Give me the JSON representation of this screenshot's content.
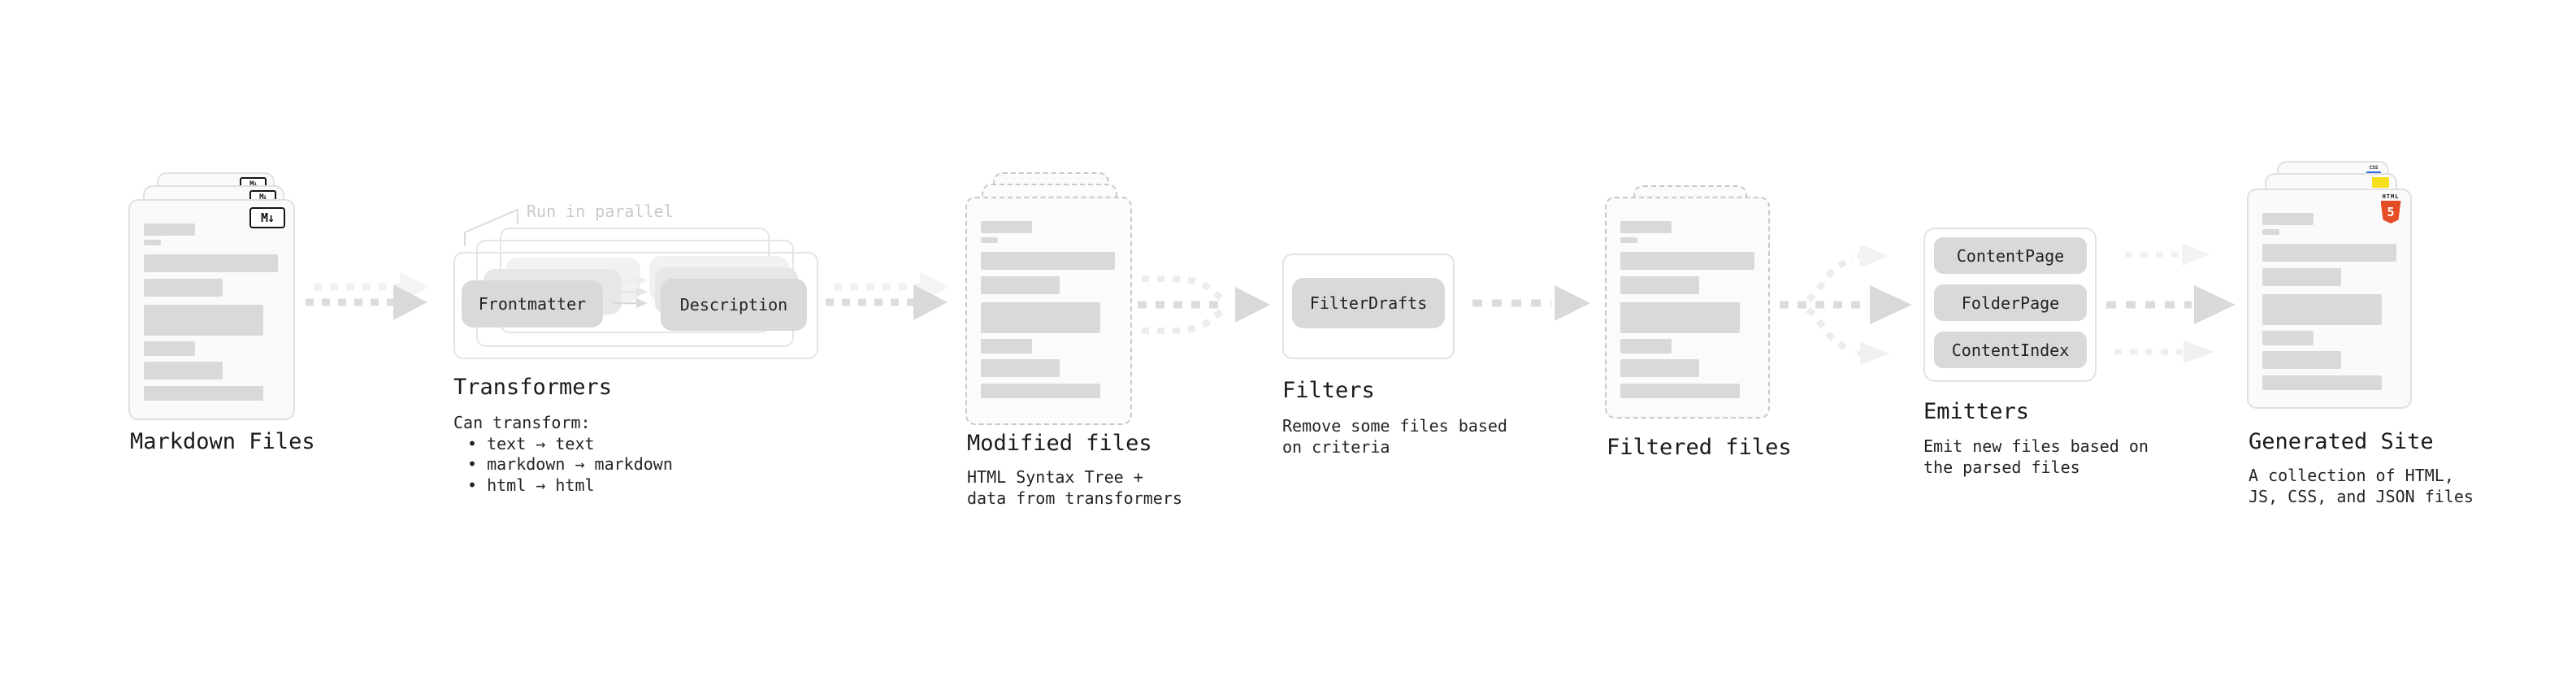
{
  "stages": {
    "markdown_files": {
      "title": "Markdown Files",
      "badge": "M↓"
    },
    "transformers": {
      "title": "Transformers",
      "note": "Run in parallel",
      "pill_left": "Frontmatter",
      "pill_right": "Description",
      "desc_heading": "Can transform:",
      "bullets": [
        "text → text",
        "markdown → markdown",
        "html → html"
      ]
    },
    "modified_files": {
      "title": "Modified files",
      "desc_line1": "HTML Syntax Tree +",
      "desc_line2": "data from transformers"
    },
    "filters": {
      "title": "Filters",
      "pill": "FilterDrafts",
      "desc_line1": "Remove some files based",
      "desc_line2": "on criteria"
    },
    "filtered_files": {
      "title": "Filtered files"
    },
    "emitters": {
      "title": "Emitters",
      "pills": [
        "ContentPage",
        "FolderPage",
        "ContentIndex"
      ],
      "desc_line1": "Emit new files based on",
      "desc_line2": "the parsed files"
    },
    "generated_site": {
      "title": "Generated Site",
      "desc_line1": "A collection of HTML,",
      "desc_line2": "JS, CSS, and JSON files",
      "badge_css": "CSS",
      "badge_html_label": "HTML",
      "badge_html_number": "5"
    }
  },
  "colors": {
    "html5_orange": "#e44d26",
    "js_yellow": "#f7df1e",
    "css_blue": "#2d65e8",
    "card_bar_gray": "#d9d9d9",
    "arrow_gray": "#dcdcdc",
    "note_gray": "#c9c9c9"
  }
}
